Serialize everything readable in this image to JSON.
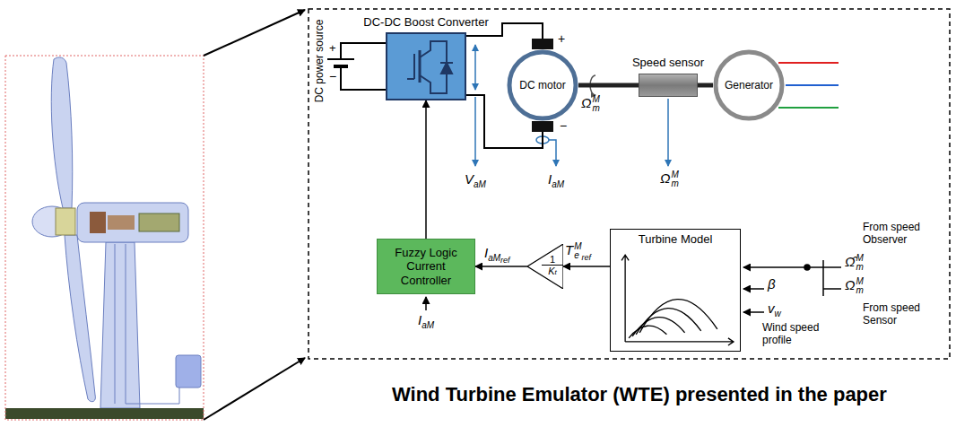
{
  "diagram": {
    "caption": "Wind Turbine Emulator (WTE) presented in the paper",
    "nodes": [
      {
        "text": [
          "DC-DC Boost Converter"
        ]
      },
      {
        "text": [
          "DC motor"
        ]
      },
      {
        "text": [
          "Speed sensor"
        ]
      },
      {
        "text": [
          "Generator"
        ]
      },
      {
        "text": [
          "Fuzzy Logic Current Controller"
        ]
      },
      {
        "text": [
          "1",
          "K",
          "t"
        ]
      },
      {
        "text": [
          "Turbine Model"
        ]
      }
    ],
    "edges": [
      {
        "from": 0,
        "to": 1,
        "arrow": "none"
      },
      {
        "from": 0,
        "to": 1,
        "arrow": "none"
      },
      {
        "from": 1,
        "to": 2,
        "arrow": "none"
      },
      {
        "from": 2,
        "to": 3,
        "arrow": "none"
      },
      {
        "from": 4,
        "to": 0,
        "arrow": "to"
      },
      {
        "from": 5,
        "to": 4,
        "arrow": "to"
      },
      {
        "from": 6,
        "to": 5,
        "arrow": "to"
      }
    ],
    "labels": [
      "DC power source",
      "+",
      "−",
      "+",
      "−",
      "Ω",
      "m",
      "M",
      "V",
      "aM",
      "I",
      "aM",
      "Ω",
      "m",
      "M",
      "I",
      "aM",
      "ref",
      "T",
      "e",
      "M",
      "ref",
      "β",
      "v",
      "w",
      "Wind speed profile",
      "From speed Observer",
      "Ω̂",
      "m",
      "M",
      "Ω",
      "m",
      "M",
      "From speed Sensor",
      "I",
      "aM"
    ]
  }
}
